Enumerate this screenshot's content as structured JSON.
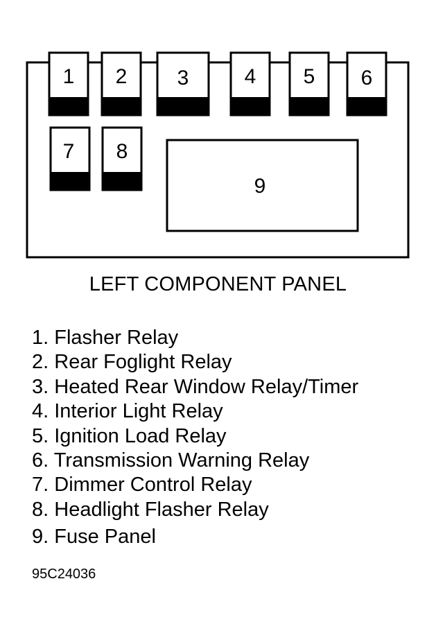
{
  "panel": {
    "title": "LEFT COMPONENT PANEL",
    "relays": [
      {
        "label": "1"
      },
      {
        "label": "2"
      },
      {
        "label": "3"
      },
      {
        "label": "4"
      },
      {
        "label": "5"
      },
      {
        "label": "6"
      },
      {
        "label": "7"
      },
      {
        "label": "8"
      }
    ],
    "fuse_panel": {
      "label": "9"
    }
  },
  "legend": [
    {
      "num": "1.",
      "text": "Flasher Relay"
    },
    {
      "num": "2.",
      "text": "Rear Foglight Relay"
    },
    {
      "num": "3.",
      "text": "Heated Rear Window Relay/Timer"
    },
    {
      "num": "4.",
      "text": "Interior Light Relay"
    },
    {
      "num": "5.",
      "text": "Ignition Load Relay"
    },
    {
      "num": "6.",
      "text": "Transmission Warning Relay"
    },
    {
      "num": "7.",
      "text": "Dimmer Control Relay"
    },
    {
      "num": "8.",
      "text": "Headlight Flasher Relay"
    },
    {
      "num": "9.",
      "text": "Fuse Panel"
    }
  ],
  "figure_id": "95C24036",
  "colors": {
    "line": "#000000",
    "background": "#ffffff"
  }
}
